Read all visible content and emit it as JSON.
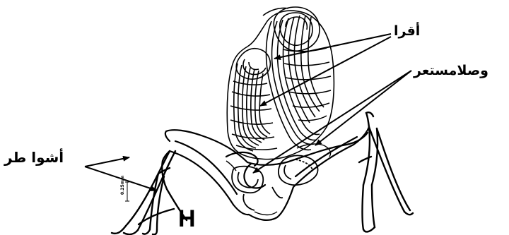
{
  "labels": {
    "top": "أقرا",
    "middle": "وصلامستعر",
    "left": "أشوا طر",
    "figure_letter": "H"
  },
  "scale_bar": {
    "label": "0.25mm"
  },
  "colors": {
    "ink": "#000000",
    "background": "#ffffff"
  }
}
